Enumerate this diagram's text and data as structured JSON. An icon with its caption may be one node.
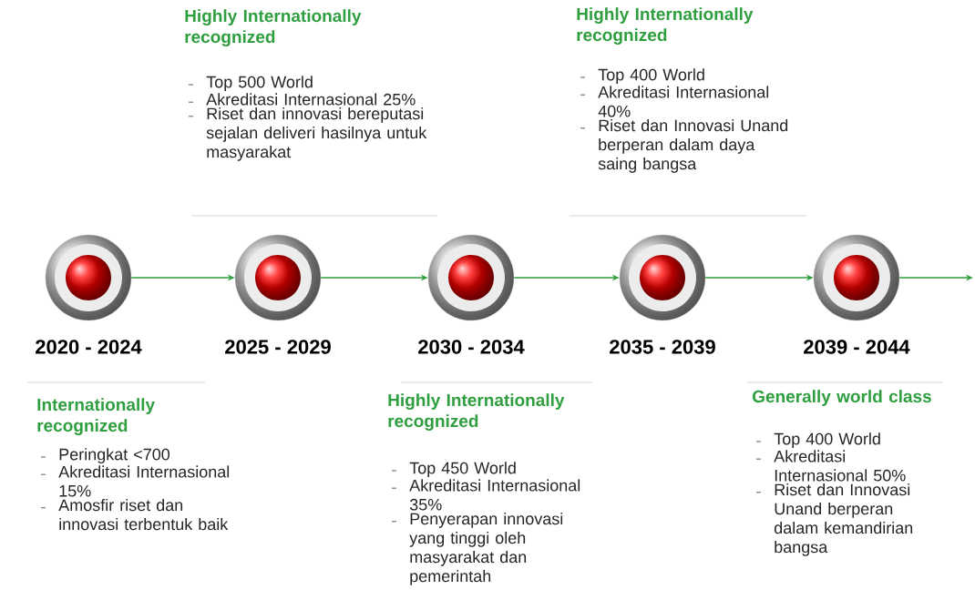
{
  "diagram": {
    "nodes": [
      {
        "text": [],
        "shape": "circle",
        "beside": [
          "2020 - 2024"
        ]
      },
      {
        "text": [],
        "shape": "circle",
        "beside": [
          "2025 - 2029"
        ]
      },
      {
        "text": [],
        "shape": "circle",
        "beside": [
          "2030 - 2034"
        ]
      },
      {
        "text": [],
        "shape": "circle",
        "beside": [
          "2035 - 2039"
        ]
      },
      {
        "text": [],
        "shape": "circle",
        "beside": [
          "2039 - 2044"
        ]
      }
    ],
    "edges": [
      {
        "from": 0,
        "to": 1,
        "arrow": "to"
      },
      {
        "from": 1,
        "to": 2,
        "arrow": "to"
      },
      {
        "from": 2,
        "to": 3,
        "arrow": "to"
      },
      {
        "from": 3,
        "to": 4,
        "arrow": "to"
      },
      {
        "from": 4,
        "to": null,
        "arrow": "to"
      }
    ],
    "labels": [
      "Internationally recognized",
      "Peringkat <700",
      "Akreditasi Internasional 15%",
      "Amosfir riset dan innovasi terbentuk baik",
      "Highly Internationally recognized",
      "Top 500 World",
      "Akreditasi Internasional 25%",
      "Riset dan innovasi bereputasi sejalan deliveri hasilnya untuk masyarakat",
      "Highly Internationally recognized",
      "Top 450 World",
      "Akreditasi Internasional 35%",
      "Penyerapan innovasi yang tinggi oleh masyarakat dan pemerintah",
      "Highly Internationally recognized",
      "Top 400 World",
      "Akreditasi Internasional 40%",
      "Riset dan Innovasi Unand berperan dalam daya saing bangsa",
      "Generally world class",
      "Top 400 World",
      "Akreditasi Internasional 50%",
      "Riset dan Innovasi Unand berperan dalam kemandirian bangsa"
    ]
  }
}
